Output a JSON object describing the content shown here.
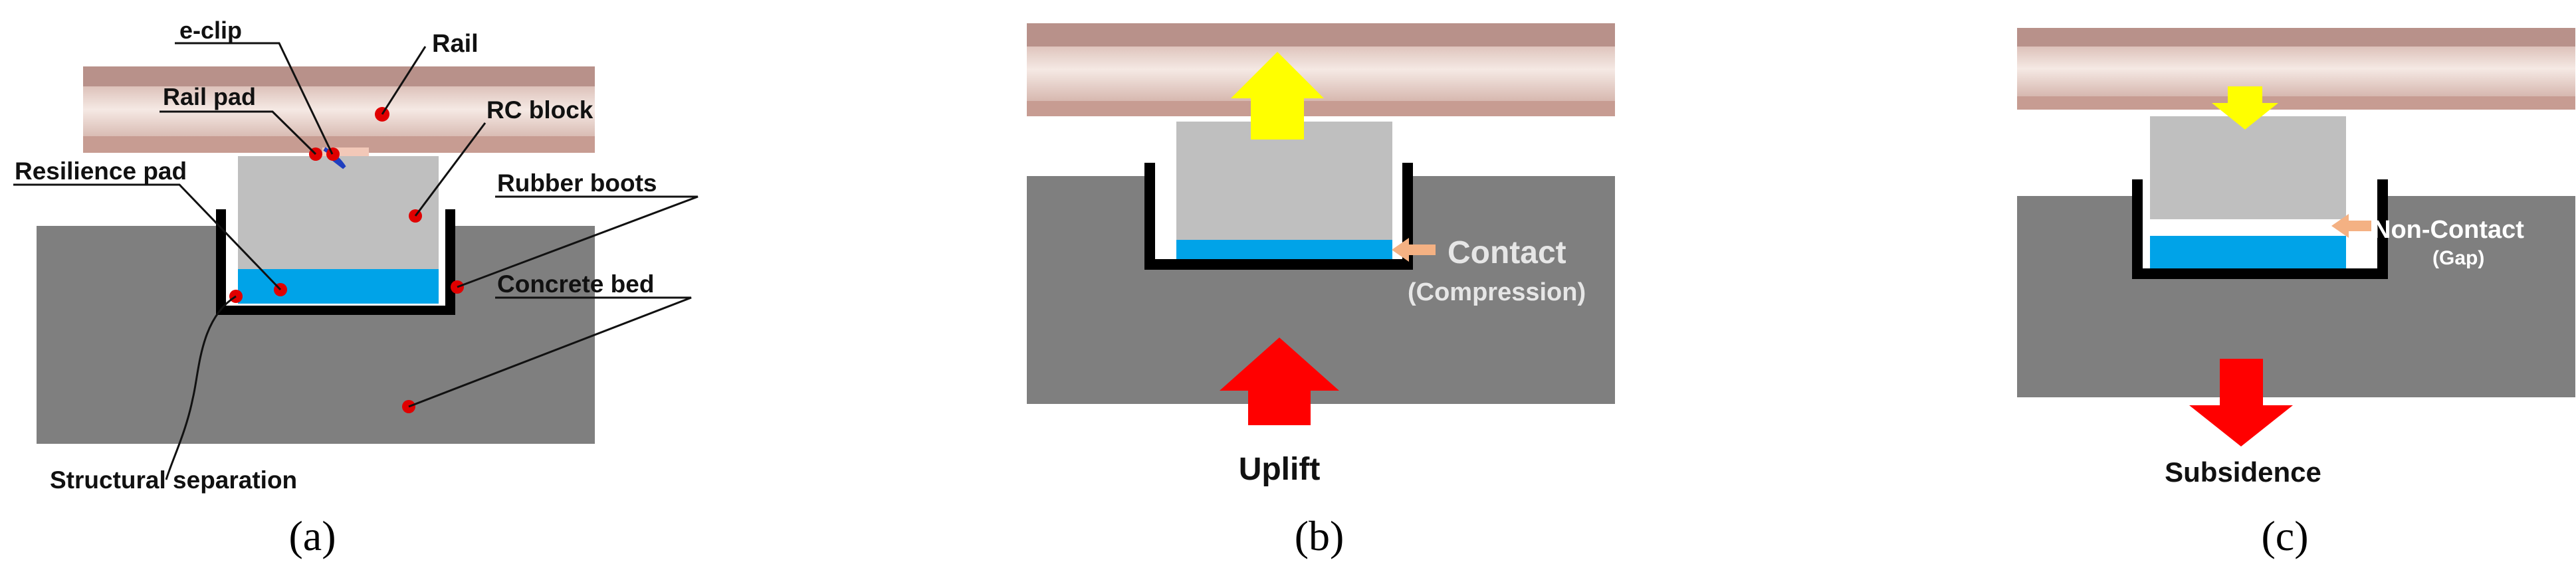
{
  "panels": {
    "a": {
      "caption": "(a)",
      "labels": {
        "e_clip": "e-clip",
        "rail": "Rail",
        "rail_pad": "Rail pad",
        "rc_block": "RC block",
        "resilience_pad": "Resilience pad",
        "rubber_boots": "Rubber boots",
        "concrete_bed": "Concrete bed",
        "structural_separation": "Structural separation"
      }
    },
    "b": {
      "caption": "(b)",
      "labels": {
        "contact": "Contact",
        "compression": "(Compression)",
        "uplift": "Uplift"
      }
    },
    "c": {
      "caption": "(c)",
      "labels": {
        "non_contact": "Non-Contact",
        "gap": "(Gap)",
        "subsidence": "Subsidence"
      }
    }
  },
  "colors": {
    "rail": "#d9b2a6",
    "rail_stripe": "#b58f84",
    "rc_block": "#c0c0c0",
    "resilience_pad": "#00a0e6",
    "concrete": "#808080",
    "boot": "#000000",
    "marker": "#e00000",
    "arrow_up_down": "#ffff00",
    "arrow_ground": "#ff0000",
    "contact_arrow": "#f4b183"
  }
}
